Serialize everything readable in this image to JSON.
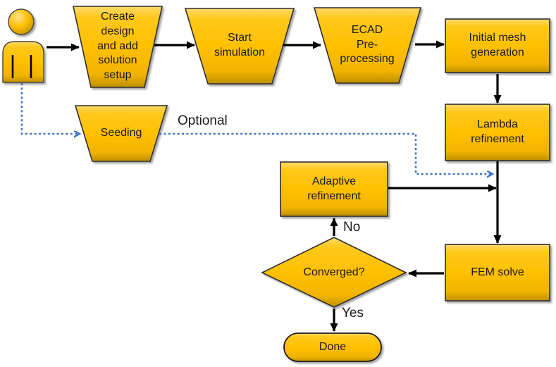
{
  "diagram": {
    "type": "flowchart",
    "background": "#ffffff",
    "colors": {
      "node_fill": "#FFC000",
      "node_fill_highlight": "#FFDA6B",
      "node_fill_shadow": "#BE8F00",
      "node_border": "#2E2E2E",
      "flow_arrow": "#000000",
      "optional_flow": "#4472C4",
      "label_text": "#1A1A1A"
    },
    "actor": {
      "id": "user",
      "icon": "person-icon"
    },
    "nodes": [
      {
        "id": "create-design",
        "shape": "trapezoid",
        "label": "Create\ndesign\nand add\nsolution\nsetup"
      },
      {
        "id": "start-simulation",
        "shape": "trapezoid",
        "label": "Start\nsimulation"
      },
      {
        "id": "ecad-pre-processing",
        "shape": "trapezoid",
        "label": "ECAD\nPre-\nprocessing"
      },
      {
        "id": "initial-mesh-generation",
        "shape": "process",
        "label": "Initial mesh\ngeneration"
      },
      {
        "id": "lambda-refinement",
        "shape": "process",
        "label": "Lambda\nrefinement"
      },
      {
        "id": "seeding",
        "shape": "trapezoid",
        "label": "Seeding"
      },
      {
        "id": "adaptive-refinement",
        "shape": "process",
        "label": "Adaptive\nrefinement"
      },
      {
        "id": "converged",
        "shape": "decision",
        "label": "Converged?"
      },
      {
        "id": "fem-solve",
        "shape": "process",
        "label": "FEM solve"
      },
      {
        "id": "done",
        "shape": "terminator",
        "label": "Done"
      }
    ],
    "edge_labels": [
      {
        "id": "optional",
        "text": "Optional"
      },
      {
        "id": "no",
        "text": "No"
      },
      {
        "id": "yes",
        "text": "Yes"
      }
    ],
    "edges": [
      {
        "from": "user",
        "to": "create-design",
        "style": "solid"
      },
      {
        "from": "create-design",
        "to": "start-simulation",
        "style": "solid"
      },
      {
        "from": "start-simulation",
        "to": "ecad-pre-processing",
        "style": "solid"
      },
      {
        "from": "ecad-pre-processing",
        "to": "initial-mesh-generation",
        "style": "solid"
      },
      {
        "from": "initial-mesh-generation",
        "to": "lambda-refinement",
        "style": "solid"
      },
      {
        "from": "lambda-refinement",
        "to": "fem-solve",
        "style": "solid"
      },
      {
        "from": "user",
        "to": "seeding",
        "style": "dotted-optional"
      },
      {
        "from": "seeding",
        "to": "fem-solve",
        "style": "dotted-optional",
        "label": "Optional"
      },
      {
        "from": "adaptive-refinement",
        "to": "fem-solve",
        "style": "solid"
      },
      {
        "from": "fem-solve",
        "to": "converged",
        "style": "solid"
      },
      {
        "from": "converged",
        "to": "adaptive-refinement",
        "style": "solid",
        "label": "No"
      },
      {
        "from": "converged",
        "to": "done",
        "style": "solid",
        "label": "Yes"
      }
    ]
  }
}
